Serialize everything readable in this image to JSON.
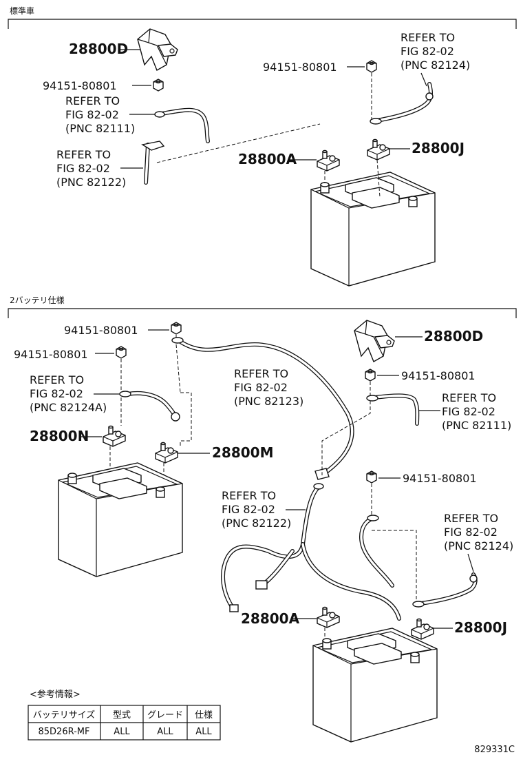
{
  "sections": {
    "standard": "標準車",
    "dual_battery": "2バッテリ仕様"
  },
  "parts": {
    "p28800D": "28800D",
    "p28800A": "28800A",
    "p28800J": "28800J",
    "p28800N": "28800N",
    "p28800M": "28800M",
    "nut": "94151-80801"
  },
  "refers": {
    "line1": "REFER TO",
    "line2": "FIG 82-02",
    "pnc82111": "(PNC 82111)",
    "pnc82122": "(PNC 82122)",
    "pnc82124": "(PNC 82124)",
    "pnc82123": "(PNC 82123)",
    "pnc82124A": "(PNC 82124A)"
  },
  "info_table": {
    "title": "<参考情報>",
    "headers": [
      "バッテリサイズ",
      "型式",
      "グレード",
      "仕様"
    ],
    "rows": [
      [
        "85D26R-MF",
        "ALL",
        "ALL",
        "ALL"
      ]
    ]
  },
  "diagram_code": "829331C"
}
